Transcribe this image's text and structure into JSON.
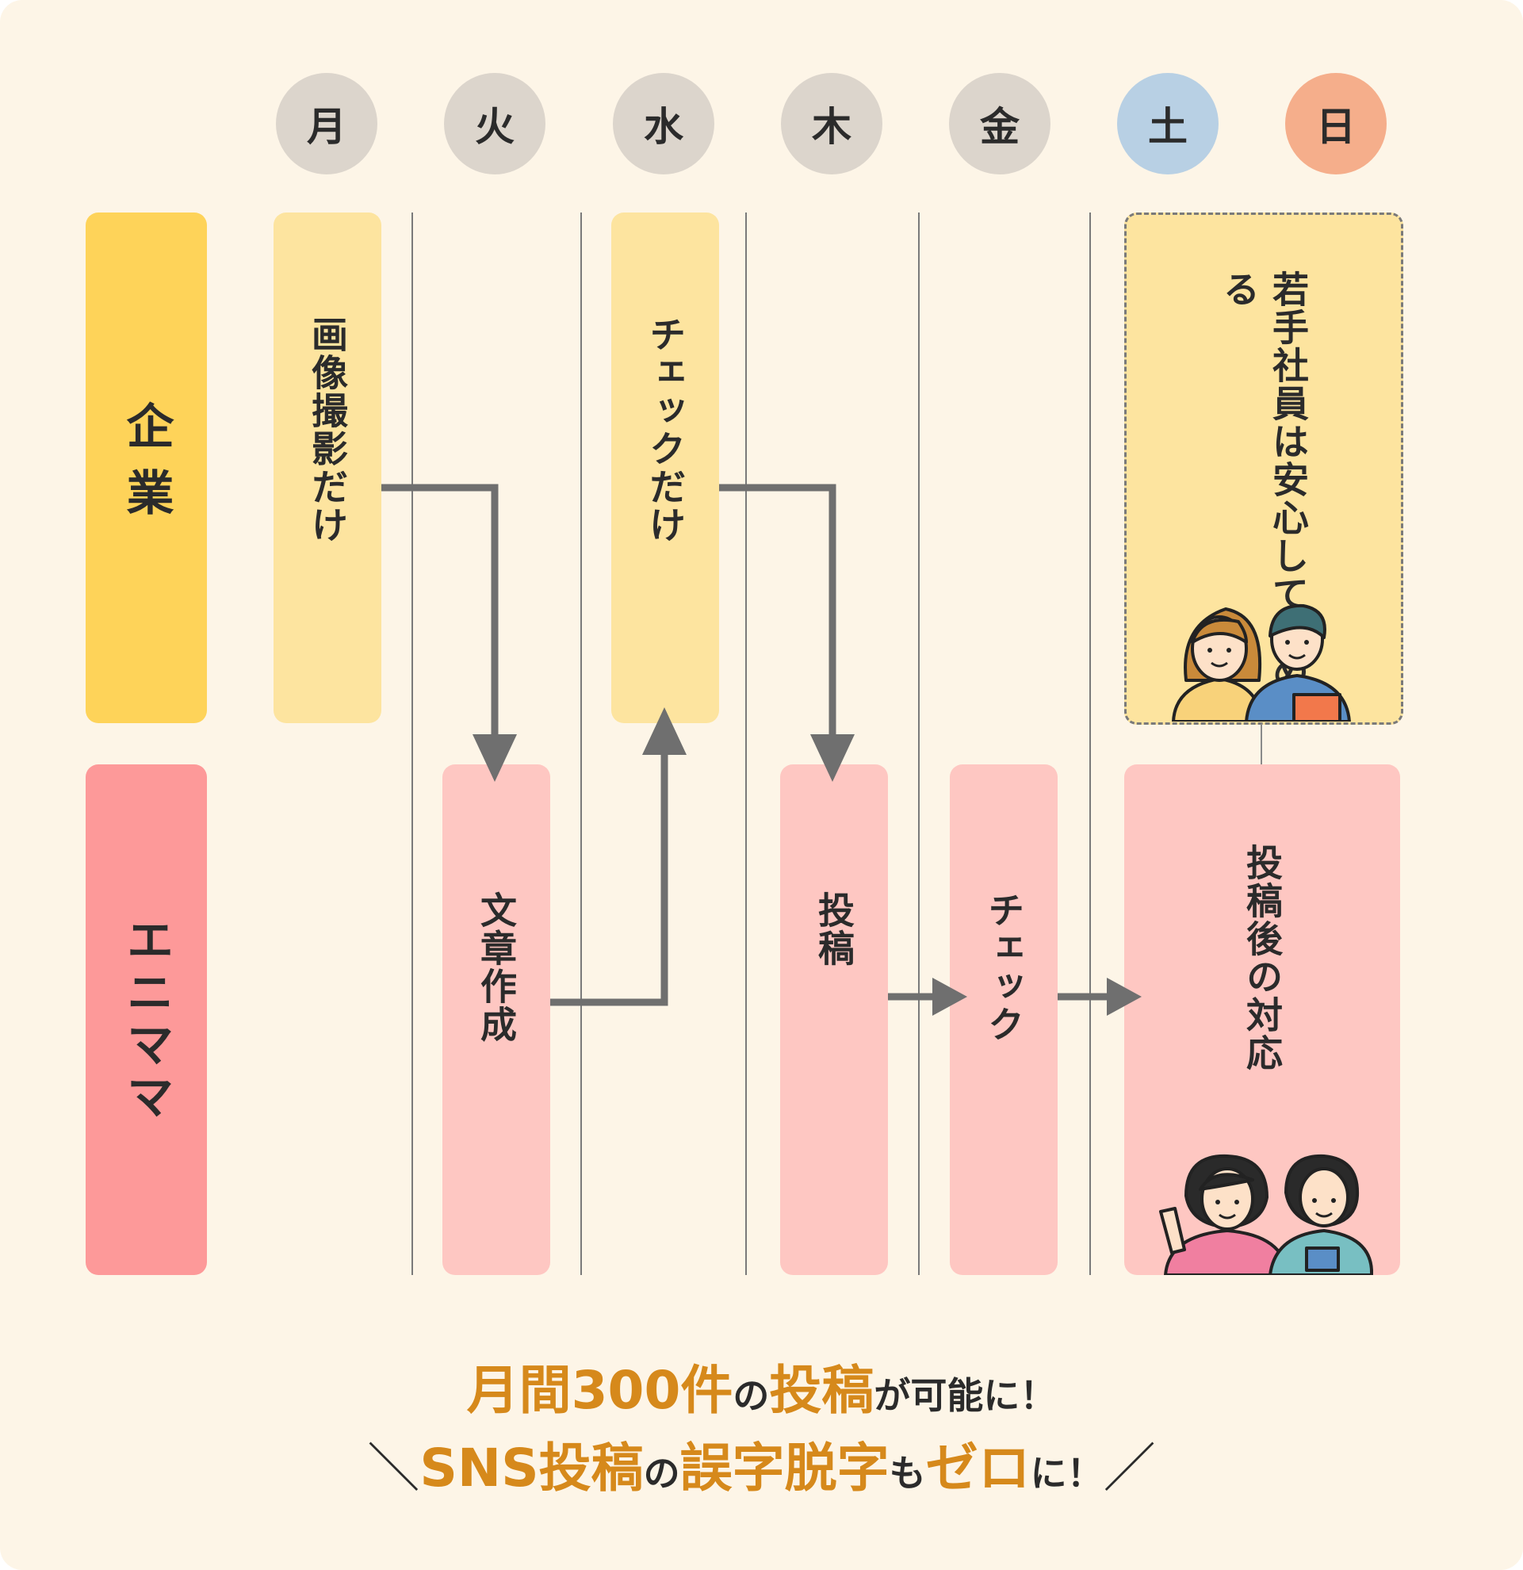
{
  "days": [
    {
      "label": "月",
      "color": "#dcd5cc"
    },
    {
      "label": "火",
      "color": "#dcd5cc"
    },
    {
      "label": "水",
      "color": "#dcd5cc"
    },
    {
      "label": "木",
      "color": "#dcd5cc"
    },
    {
      "label": "金",
      "color": "#dcd5cc"
    },
    {
      "label": "土",
      "color": "#b8d0e4"
    },
    {
      "label": "日",
      "color": "#f5ae8b"
    }
  ],
  "lanes": {
    "company": {
      "label": "企業",
      "color": "#fed359"
    },
    "animama": {
      "label": "エニママ",
      "color": "#fd9999"
    }
  },
  "tasks": {
    "mon_company": "画像撮影だけ",
    "wed_company": "チェックだけ",
    "weekend_company": "若手社員は安心して休める",
    "tue_animama": "文章作成",
    "thu_animama": "投稿",
    "fri_animama": "チェック",
    "weekend_animama": "投稿後の対応"
  },
  "colors": {
    "background": "#fdf5e7",
    "company_task": "#fde49f",
    "animama_task": "#fec7c2",
    "arrow": "#6f6f6f",
    "accent": "#d6891b"
  },
  "icons": {
    "weekend_company": "two-young-employees-icon",
    "weekend_animama": "two-women-staff-icon"
  },
  "footer": {
    "line1": {
      "p1": "月間300件",
      "p2": "の",
      "p3": "投稿",
      "p4": "が可能に！"
    },
    "line2": {
      "open": "＼",
      "p1": "SNS投稿",
      "p2": "の",
      "p3": "誤字脱字",
      "p4": "も",
      "p5": "ゼロ",
      "p6": "に！",
      "close": "／"
    }
  }
}
